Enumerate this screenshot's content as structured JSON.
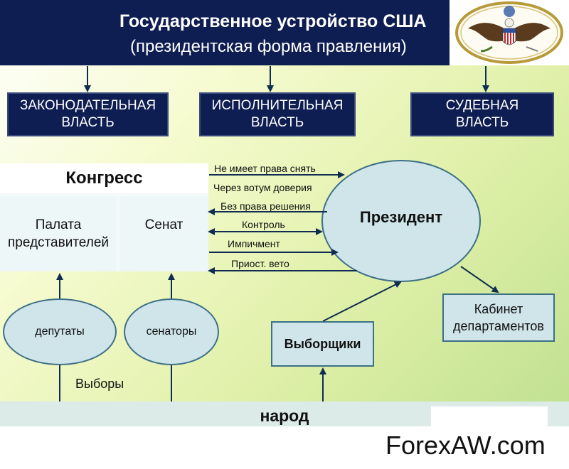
{
  "header": {
    "title": "Государственное устройство США",
    "subtitle": "(президентская форма правления)"
  },
  "branches": {
    "legislative": [
      "ЗАКОНОДАТЕЛЬНАЯ",
      "ВЛАСТЬ"
    ],
    "executive": [
      "ИСПОЛНИТЕЛЬНАЯ",
      "ВЛАСТЬ"
    ],
    "judicial": [
      "СУДЕБНАЯ",
      "ВЛАСТЬ"
    ]
  },
  "congress": {
    "title": "Конгресс",
    "house": [
      "Палата",
      "представителей"
    ],
    "senate": "Сенат"
  },
  "president": "Президент",
  "relations": [
    "Не имеет права снять",
    "Через вотум доверия",
    "Без права решения",
    "Контроль",
    "Импичмент",
    "Приост. вето"
  ],
  "electorate": {
    "deputies": "депутаты",
    "senators": "сенаторы",
    "electors": "Выборщики",
    "elections": "Выборы",
    "people": "народ"
  },
  "cabinet": [
    "Кабинет",
    "департаментов"
  ],
  "watermark": "ForexAW.com",
  "colors": {
    "header_navy": "#0f1e52",
    "arrow": "#0f2d52",
    "node_fill": "#cfe5ea",
    "node_border": "#3d6f86"
  },
  "icons": {
    "seal": "great-seal-eagle-icon"
  }
}
